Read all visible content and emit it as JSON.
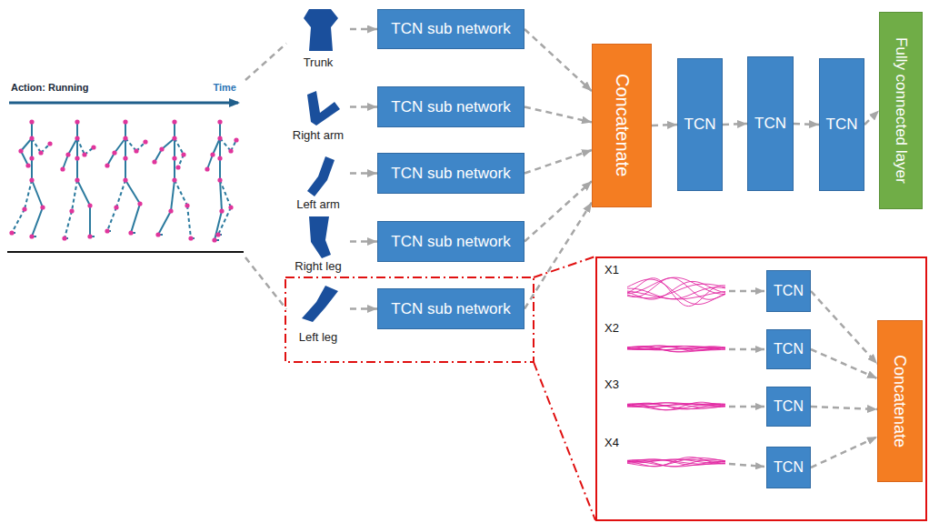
{
  "diagram": {
    "nodes": [
      {
        "text": [
          "Action: Running",
          "Time"
        ]
      },
      {
        "text": [
          "Trunk"
        ]
      },
      {
        "text": [
          "TCN sub network"
        ]
      },
      {
        "text": [
          "Right arm"
        ]
      },
      {
        "text": [
          "TCN sub network"
        ]
      },
      {
        "text": [
          "Left arm"
        ]
      },
      {
        "text": [
          "TCN sub network"
        ]
      },
      {
        "text": [
          "Right leg"
        ]
      },
      {
        "text": [
          "TCN sub network"
        ]
      },
      {
        "text": [
          "Left leg"
        ]
      },
      {
        "text": [
          "TCN sub network"
        ]
      },
      {
        "text": [
          "Concatenate"
        ]
      },
      {
        "text": [
          "TCN"
        ]
      },
      {
        "text": [
          "TCN"
        ]
      },
      {
        "text": [
          "TCN"
        ]
      },
      {
        "text": [
          "Fully connected layer"
        ]
      },
      {
        "text": [
          "X1",
          "X2",
          "X3",
          "X4"
        ]
      },
      {
        "text": [
          "TCN"
        ],
        "in": 16
      },
      {
        "text": [
          "TCN"
        ],
        "in": 16
      },
      {
        "text": [
          "TCN"
        ],
        "in": 16
      },
      {
        "text": [
          "TCN"
        ],
        "in": 16
      },
      {
        "text": [
          "Concatenate"
        ],
        "in": 16
      }
    ],
    "edges": [
      {
        "from": 0,
        "to": 1,
        "arrow": "none"
      },
      {
        "from": 0,
        "to": 9,
        "arrow": "none"
      },
      {
        "from": 1,
        "to": 2,
        "arrow": "to"
      },
      {
        "from": 3,
        "to": 4,
        "arrow": "to"
      },
      {
        "from": 5,
        "to": 6,
        "arrow": "to"
      },
      {
        "from": 7,
        "to": 8,
        "arrow": "to"
      },
      {
        "from": 9,
        "to": 10,
        "arrow": "to"
      },
      {
        "from": 2,
        "to": 11,
        "arrow": "to"
      },
      {
        "from": 4,
        "to": 11,
        "arrow": "to"
      },
      {
        "from": 6,
        "to": 11,
        "arrow": "to"
      },
      {
        "from": 8,
        "to": 11,
        "arrow": "to"
      },
      {
        "from": 10,
        "to": 11,
        "arrow": "to"
      },
      {
        "from": 11,
        "to": 12,
        "arrow": "to"
      },
      {
        "from": 12,
        "to": 13,
        "arrow": "to"
      },
      {
        "from": 13,
        "to": 14,
        "arrow": "to"
      },
      {
        "from": 14,
        "to": 15,
        "arrow": "to"
      },
      {
        "from": 17,
        "to": 21,
        "arrow": "to"
      },
      {
        "from": 18,
        "to": 21,
        "arrow": "to"
      },
      {
        "from": 19,
        "to": 21,
        "arrow": "to"
      },
      {
        "from": 20,
        "to": 21,
        "arrow": "to"
      }
    ]
  }
}
